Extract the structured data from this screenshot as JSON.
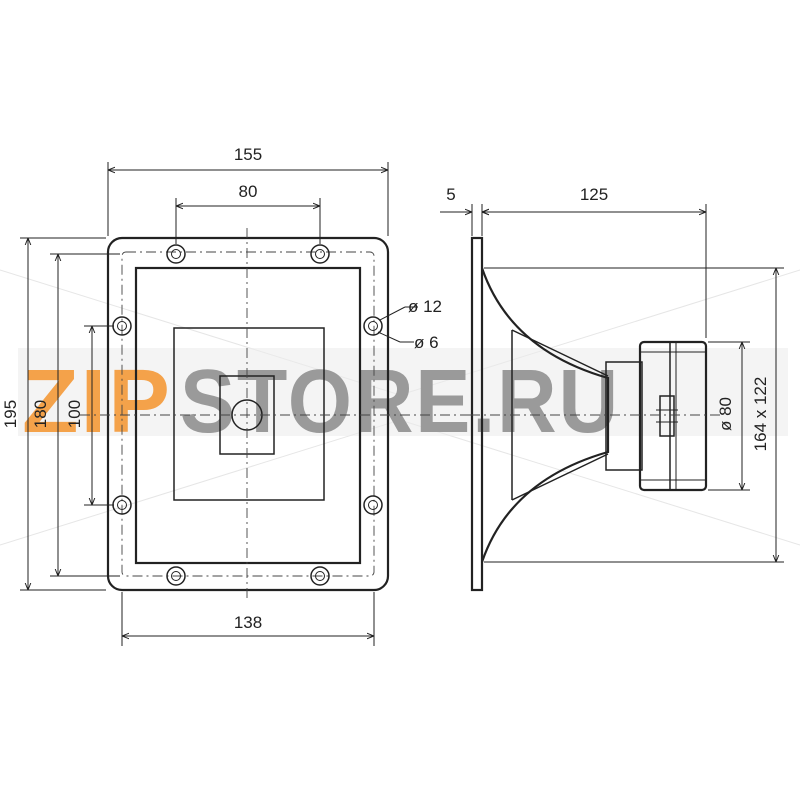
{
  "front_view": {
    "width_overall": "155",
    "bolt_spacing_top": "80",
    "height_overall": "195",
    "height_inner": "180",
    "bolt_spacing_side": "100",
    "width_bottom": "138",
    "hole_outer": "ø 12",
    "hole_inner": "ø 6"
  },
  "side_view": {
    "flange_thickness": "5",
    "depth": "125",
    "driver_diameter": "ø 80",
    "mouth_size": "164 x 122"
  },
  "watermark": {
    "part1": "ZIP",
    "part2": "STORE.RU",
    "color1": "#f4a24a",
    "color2": "#9a9a9a"
  }
}
